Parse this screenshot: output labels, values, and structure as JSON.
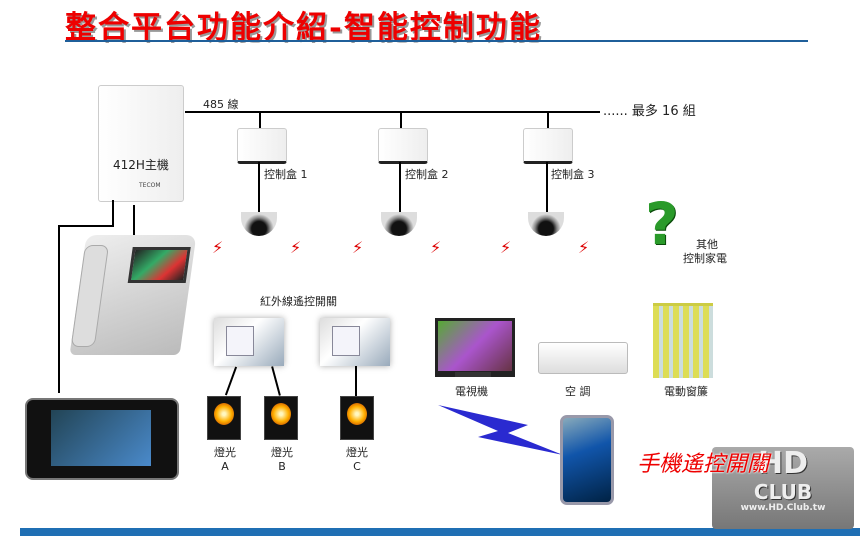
{
  "title": "整合平台功能介紹-智能控制功能",
  "host_label": "412H主機",
  "host_brand": "TECOM",
  "bus_label": "485 線",
  "bus_max": "...... 最多 16 組",
  "control_boxes": [
    "控制盒 1",
    "控制盒 2",
    "控制盒 3"
  ],
  "other_appliances": [
    "其他",
    "控制家電"
  ],
  "ir_switch_label": "紅外線遙控開關",
  "lights": [
    {
      "name": "燈光",
      "id": "A"
    },
    {
      "name": "燈光",
      "id": "B"
    },
    {
      "name": "燈光",
      "id": "C"
    }
  ],
  "appliances": [
    "電視機",
    "空 調",
    "電動窗簾"
  ],
  "mobile_label": "手機遙控開關",
  "watermark": "HD CLUB www.HD.Club.tw",
  "colors": {
    "title": "#ee0000",
    "accent_blue": "#1f6fb4"
  }
}
